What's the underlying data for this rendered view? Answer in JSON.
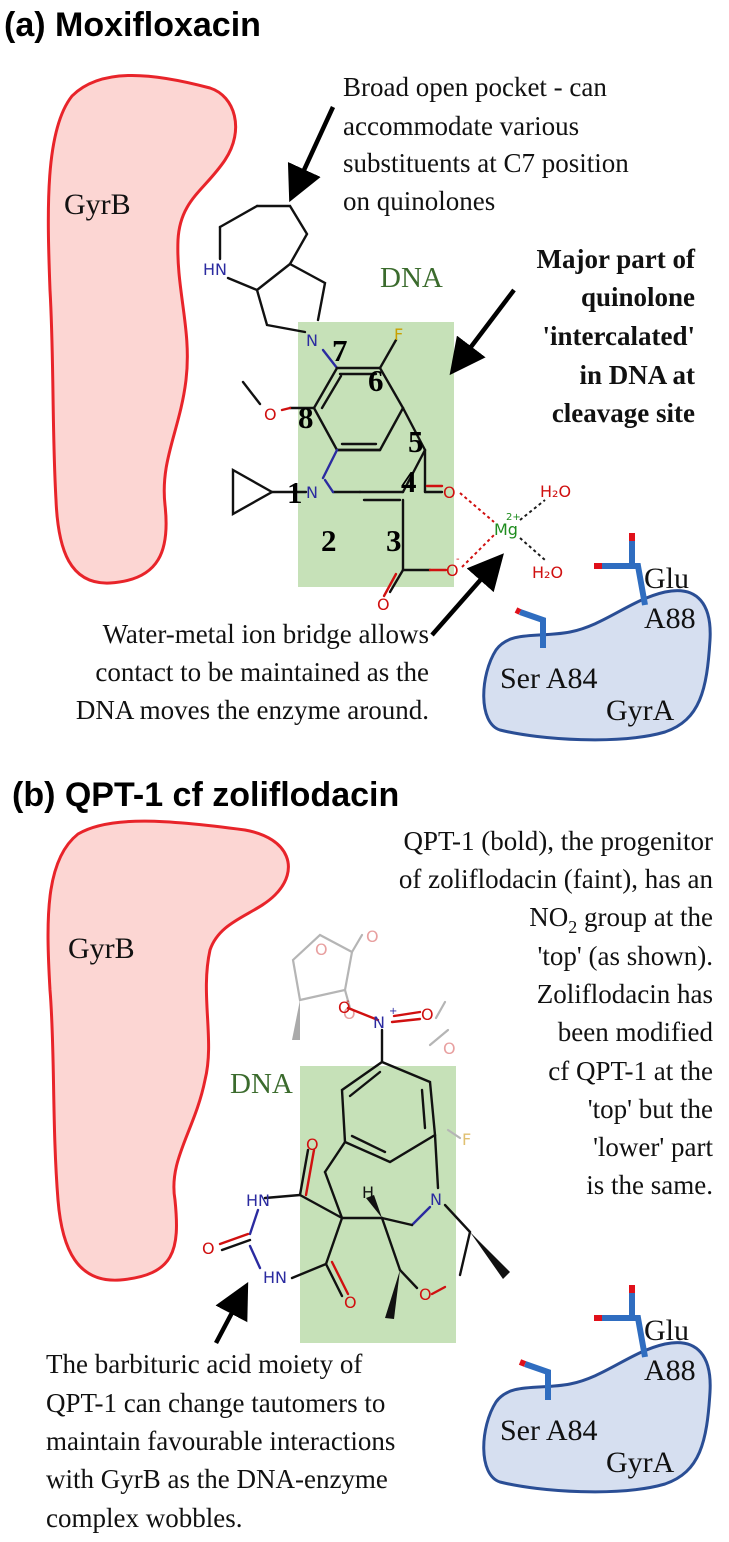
{
  "panel_a": {
    "title": "(a) Moxifloxacin",
    "gyrb_label": "GyrB",
    "dna_label": "DNA",
    "pocket_note": [
      "Broad open pocket - can",
      "accommodate various",
      "substituents at C7 position",
      "on quinolones"
    ],
    "intercalation_note": [
      "Major part of",
      "quinolone",
      "'intercalated'",
      "in DNA at",
      "cleavage site"
    ],
    "bridge_note": [
      "Water-metal ion bridge allows",
      "contact to be maintained as the",
      "DNA moves the enzyme around."
    ],
    "positions": [
      "1",
      "2",
      "3",
      "4",
      "5",
      "6",
      "7",
      "8"
    ],
    "atoms": {
      "nh": "HN",
      "n_ring": "N",
      "n1": "N",
      "f": "F",
      "o_methoxy": "O",
      "o_keto": "O",
      "o_carboxylate": "O",
      "minus": "-",
      "o_carbonyl": "O",
      "mg": "Mg",
      "mg_charge": "2+",
      "water_1": "H₂O",
      "water_2": "H₂O"
    },
    "gyra": {
      "residue_glu": "Glu",
      "residue_a88": "A88",
      "residue_ser": "Ser A84",
      "label": "GyrA"
    }
  },
  "panel_b": {
    "title": "(b) QPT-1 cf zoliflodacin",
    "gyrb_label": "GyrB",
    "dna_label": "DNA",
    "description": {
      "line1": "QPT-1 (bold), the progenitor",
      "line2": "of zoliflodacin (faint), has an",
      "line3_pre": "NO",
      "line3_sub": "2",
      "line3_post": " group at the",
      "line4": "'top' (as shown).",
      "line5": "Zoliflodacin has",
      "line6": "been modified",
      "line7": "cf QPT-1 at the",
      "line8": "'top' but the",
      "line9": "'lower' part",
      "line10": "is the same."
    },
    "barbituric_note": [
      "The barbituric acid moiety of",
      "QPT-1 can change tautomers to",
      "maintain favourable interactions",
      "with GyrB as the DNA-enzyme",
      "complex wobbles."
    ],
    "atoms": {
      "nitro_n": "N",
      "nitro_plus": "+",
      "nitro_o1": "O",
      "nitro_o2": "O",
      "nitro_minus": "-",
      "hn_top": "HN",
      "hn_bottom": "HN",
      "o_top": "O",
      "o_left": "O",
      "o_bottom": "O",
      "n_ring": "N",
      "o_morph": "O",
      "h": "H",
      "faint_o1": "O",
      "faint_o2": "O",
      "faint_o3": "O",
      "faint_f": "F",
      "faint_o4": "O"
    },
    "gyra": {
      "residue_glu": "Glu",
      "residue_a88": "A88",
      "residue_ser": "Ser A84",
      "label": "GyrA"
    }
  },
  "colors": {
    "gyrb_fill": "#fcd6d3",
    "gyrb_stroke": "#e8242a",
    "dna_fill": "#c6e1b8",
    "gyra_fill": "#d6dff0",
    "gyra_stroke": "#2a4e95",
    "residue_blue": "#2f6dc0",
    "residue_red": "#e0101a",
    "atom_n": "#2b2ba0",
    "atom_o": "#d01010",
    "atom_f": "#c8a000",
    "mg": "#1e8c1e"
  }
}
